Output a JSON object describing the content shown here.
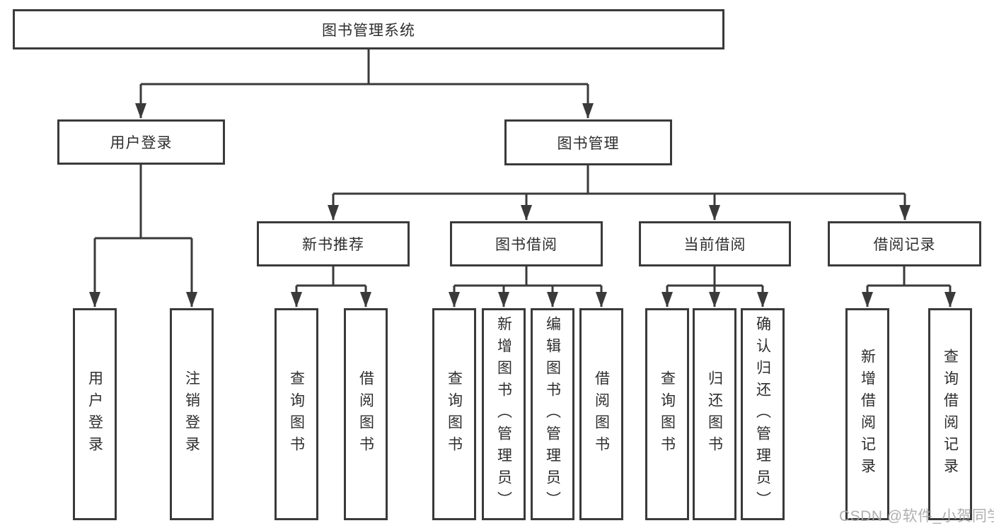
{
  "diagram_type": "hierarchy-tree",
  "colors": {
    "line": "#3a3a3a",
    "box_border": "#3a3a3a",
    "box_fill": "#ffffff",
    "text": "#2e2e2e",
    "background": "#ffffff",
    "watermark": "#a6a6a6"
  },
  "tree": {
    "root": {
      "label": "图书管理系统",
      "children": [
        {
          "label": "用户登录",
          "children": [
            {
              "label": "用户登录"
            },
            {
              "label": "注销登录"
            }
          ]
        },
        {
          "label": "图书管理",
          "children": [
            {
              "label": "新书推荐",
              "children": [
                {
                  "label": "查询图书"
                },
                {
                  "label": "借阅图书"
                }
              ]
            },
            {
              "label": "图书借阅",
              "children": [
                {
                  "label": "查询图书"
                },
                {
                  "label": "新增图书（管理员）"
                },
                {
                  "label": "编辑图书（管理员）"
                },
                {
                  "label": "借阅图书"
                }
              ]
            },
            {
              "label": "当前借阅",
              "children": [
                {
                  "label": "查询图书"
                },
                {
                  "label": "归还图书"
                },
                {
                  "label": "确认归还（管理员）"
                }
              ]
            },
            {
              "label": "借阅记录",
              "children": [
                {
                  "label": "新增借阅记录"
                },
                {
                  "label": "查询借阅记录"
                }
              ]
            }
          ]
        }
      ]
    }
  },
  "watermark": {
    "text": "CSDN @软件_小贺同学"
  }
}
